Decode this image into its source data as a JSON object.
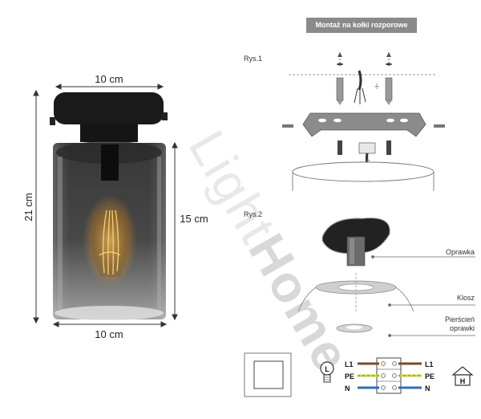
{
  "dimensions": {
    "width_top": "10 cm",
    "width_bottom": "10 cm",
    "height_total": "21 cm",
    "height_shade": "15 cm"
  },
  "banner": "Montaż na kołki rozporowe",
  "figures": {
    "fig1_label": "Rys.1",
    "fig2_label": "Rys.2"
  },
  "parts": {
    "holder": "Oprawka",
    "shade": "Klosz",
    "ring_line1": "Pierścień",
    "ring_line2": "oprawki"
  },
  "wiring": {
    "lamp_symbol": "L",
    "house_symbol": "H",
    "left": [
      "L1",
      "PE",
      "N"
    ],
    "right": [
      "L1",
      "PE",
      "N"
    ],
    "colors": {
      "L1": "#7a4a2a",
      "PE": "#d8d23a",
      "N": "#2f6fb8"
    }
  },
  "watermark": {
    "part1": "Light",
    "part2": "Home"
  }
}
